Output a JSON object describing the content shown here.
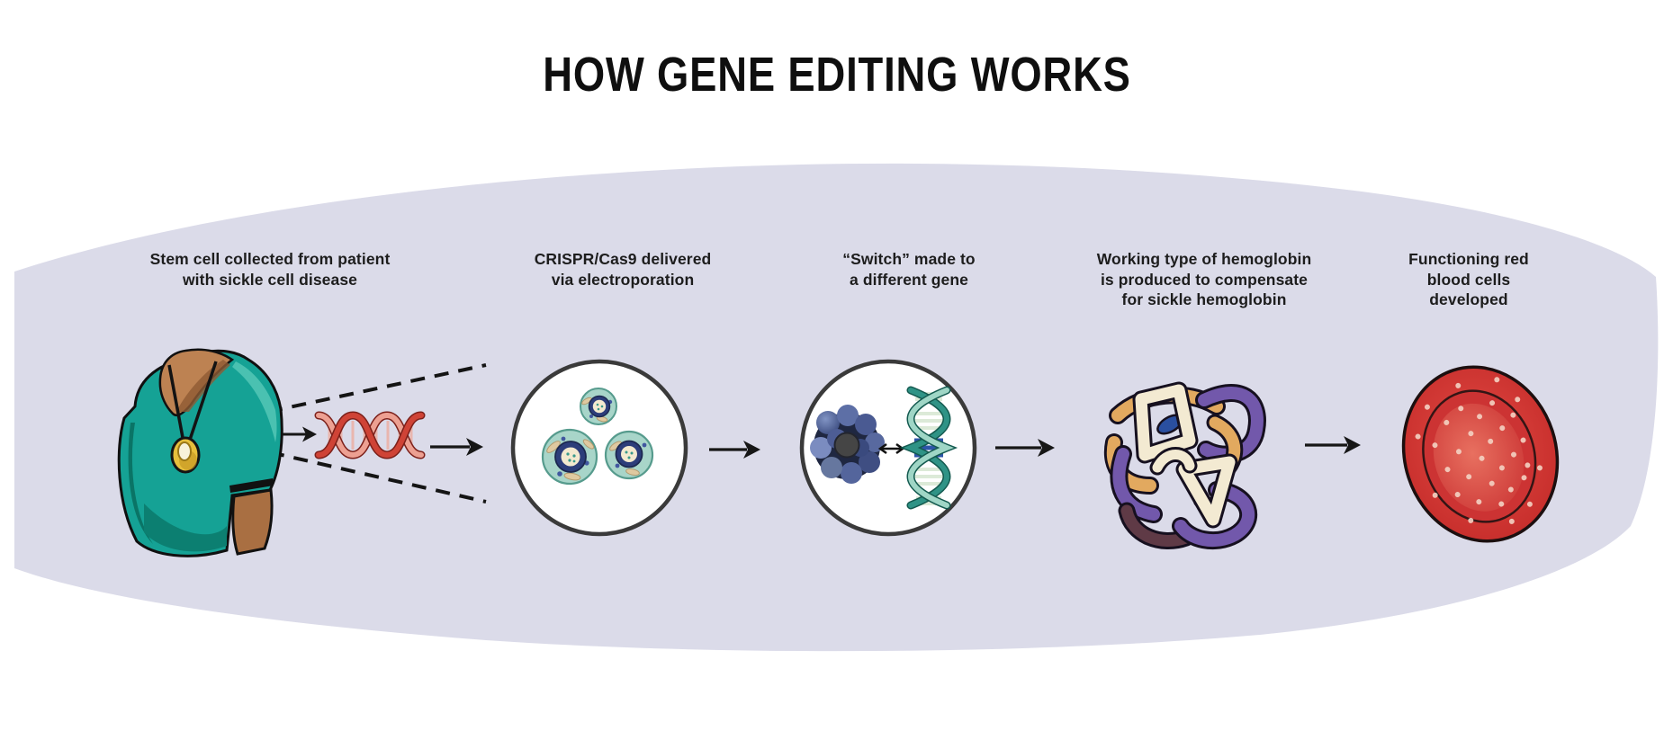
{
  "title": "HOW GENE EDITING WORKS",
  "steps": [
    {
      "label": "Stem cell collected from patient\nwith sickle cell disease"
    },
    {
      "label": "CRISPR/Cas9 delivered\nvia electroporation"
    },
    {
      "label": "“Switch” made to\na different gene"
    },
    {
      "label": "Working type of hemoglobin\nis produced to compensate\nfor sickle hemoglobin"
    },
    {
      "label": "Functioning red\nblood cells\ndeveloped"
    }
  ],
  "icons": [
    "patient-torso-icon",
    "red-dna-helix-icon",
    "stem-cells-circle-icon",
    "cas9-dna-switch-circle-icon",
    "hemoglobin-protein-icon",
    "red-blood-cell-icon"
  ],
  "colors": {
    "band": "#dbdbe9",
    "title_text": "#0f0f0f",
    "label_text": "#1d1d1d",
    "arrow": "#161616",
    "shirt_teal": "#15a295",
    "skin": "#bd8252",
    "pendant_gold": "#e7bf3c",
    "dna_red": "#cf4336",
    "cell_teal": "#a8d5c9",
    "cell_nucleus_navy": "#2c3d7a",
    "cas9_blue": "#55669d",
    "dna_teal": "#2f9386",
    "dna_switch_blue": "#2d55a8",
    "hemoglobin_purple": "#7258ab",
    "hemoglobin_cream": "#f3ead2",
    "hemoglobin_tan": "#e2a95f",
    "hemoglobin_maroon": "#5f3a46",
    "heme_blue": "#2a4fa0",
    "rbc_red": "#d63434"
  }
}
